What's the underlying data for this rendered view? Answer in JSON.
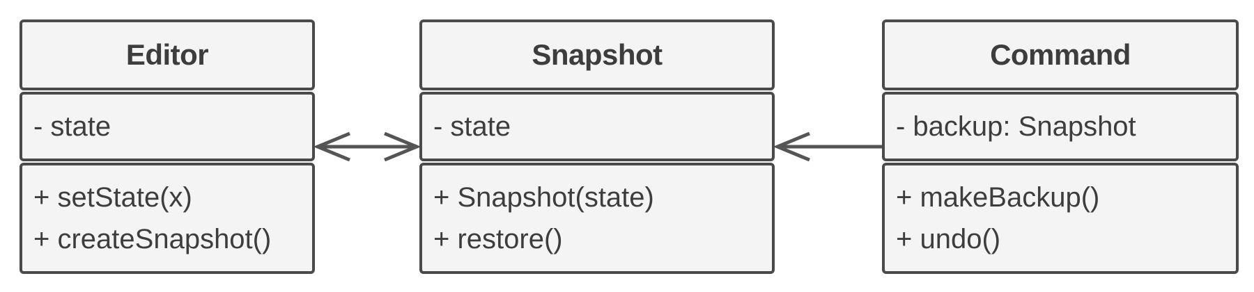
{
  "classes": {
    "editor": {
      "name": "Editor",
      "fields": [
        "- state"
      ],
      "methods": [
        "+ setState(x)",
        "+ createSnapshot()"
      ]
    },
    "snapshot": {
      "name": "Snapshot",
      "fields": [
        "- state"
      ],
      "methods": [
        "+ Snapshot(state)",
        "+ restore()"
      ]
    },
    "command": {
      "name": "Command",
      "fields": [
        "- backup: Snapshot"
      ],
      "methods": [
        "+ makeBackup()",
        "+ undo()"
      ]
    }
  },
  "relations": [
    {
      "from": "editor",
      "to": "snapshot",
      "kind": "bidirectional-association"
    },
    {
      "from": "command",
      "to": "snapshot",
      "kind": "directed-association"
    }
  ],
  "colors": {
    "border": "#4a4a4a",
    "fill": "#f4f4f4",
    "text": "#3d3d3d",
    "connector": "#555555"
  }
}
